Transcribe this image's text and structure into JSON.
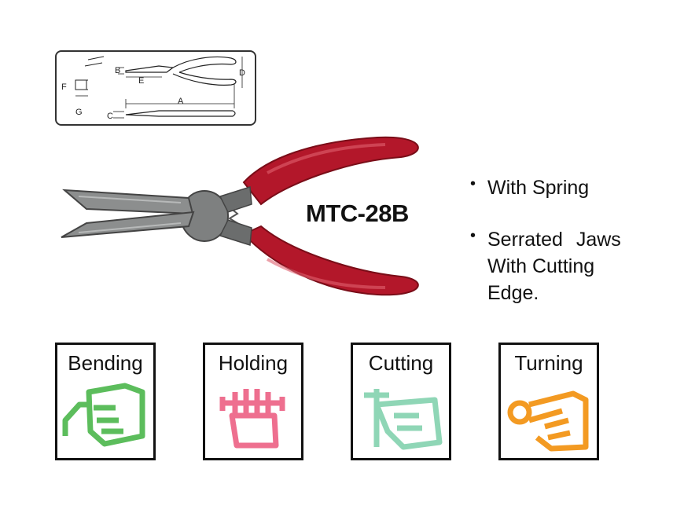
{
  "diagram": {
    "labels": [
      "A",
      "B",
      "C",
      "D",
      "E",
      "F",
      "G"
    ]
  },
  "product": {
    "model": "MTC-28B",
    "colors": {
      "handle": "#b3172a",
      "metal": "#7e8080"
    }
  },
  "features": [
    {
      "lines": [
        "With Spring"
      ]
    },
    {
      "lines": [
        "Serrated Jaws",
        "With Cutting",
        "Edge."
      ]
    }
  ],
  "uses": [
    {
      "label": "Bending",
      "icon": "bending-hand-icon",
      "color": "#5cbd5c"
    },
    {
      "label": "Holding",
      "icon": "holding-fist-icon",
      "color": "#ee6f8f"
    },
    {
      "label": "Cutting",
      "icon": "cutting-hand-icon",
      "color": "#8fd6b6"
    },
    {
      "label": "Turning",
      "icon": "turning-hand-icon",
      "color": "#f39a22"
    }
  ]
}
